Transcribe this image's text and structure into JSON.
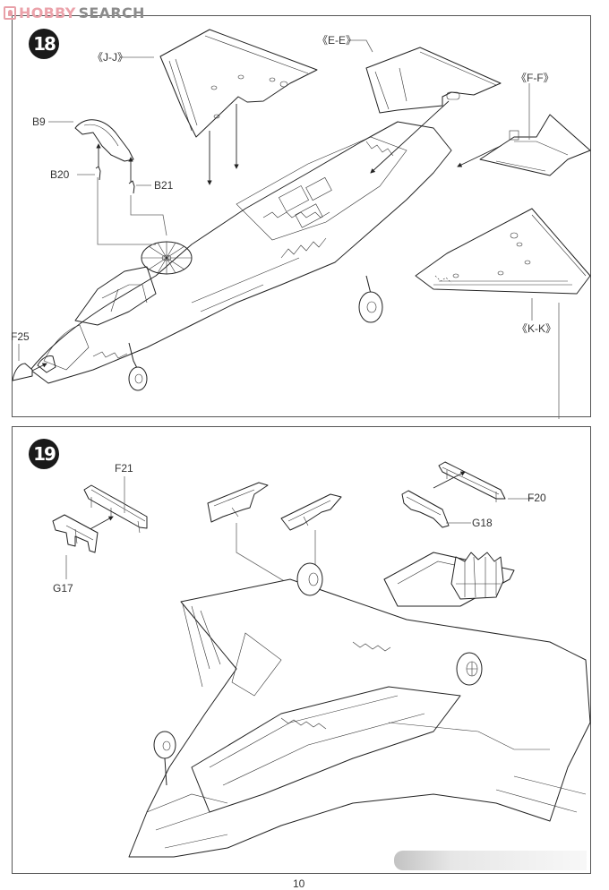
{
  "watermark": {
    "brand_a": "HOBBY",
    "brand_b": "SEARCH"
  },
  "steps": [
    {
      "number": "18",
      "labels": {
        "jj": "《J-J》",
        "ee": "《E-E》",
        "ff": "《F-F》",
        "kk": "《K-K》",
        "b9": "B9",
        "b20": "B20",
        "b21": "B21",
        "f25": "F25"
      }
    },
    {
      "number": "19",
      "labels": {
        "f21": "F21",
        "g17": "G17",
        "f20": "F20",
        "g18": "G18"
      }
    }
  ],
  "footer": {
    "page_number": "10"
  }
}
